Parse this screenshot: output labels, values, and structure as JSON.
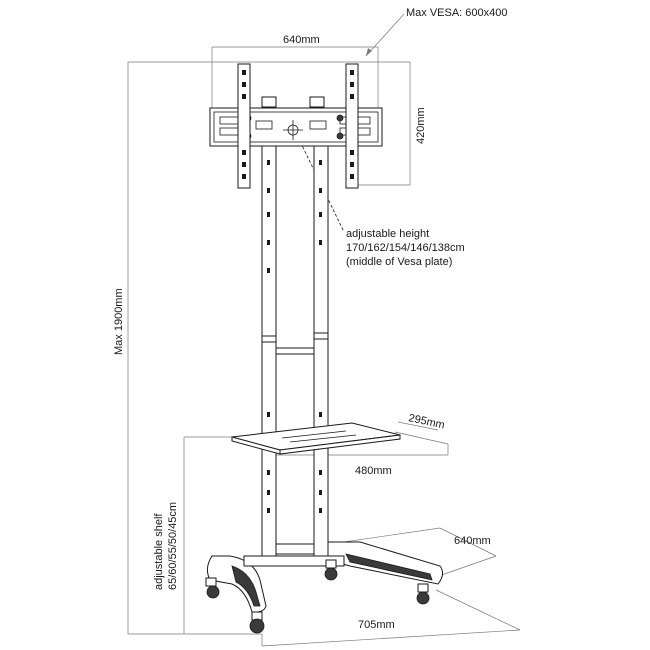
{
  "labels": {
    "max_vesa": "Max VESA: 600x400",
    "width_640_top": "640mm",
    "height_420": "420mm",
    "adjustable_height_line1": "adjustable height",
    "adjustable_height_line2": "170/162/154/146/138cm",
    "adjustable_height_line3": "(middle of Vesa plate)",
    "max_height": "Max 1900mm",
    "shelf_depth": "295mm",
    "shelf_width": "480mm",
    "adjustable_shelf_line1": "adjustable shelf",
    "adjustable_shelf_line2": "65/60/55/50/45cm",
    "base_depth": "640mm",
    "base_width": "705mm"
  },
  "colors": {
    "ink": "#1a1a1a",
    "dimension_line": "#7a7a7a",
    "metal_dark": "#3a3a3a",
    "background": "#ffffff"
  }
}
